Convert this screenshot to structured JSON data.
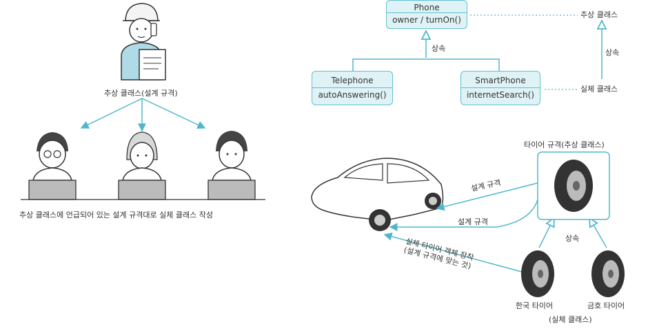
{
  "left": {
    "top_label": "추상 클래스(설계 규격)",
    "bottom_label": "추상 클래스에 언급되어 있는 설계 규격대로 실체 클래스 작성"
  },
  "uml": {
    "phone": {
      "name": "Phone",
      "methods": "owner / turnOn()"
    },
    "telephone": {
      "name": "Telephone",
      "methods": "autoAnswering()"
    },
    "smartphone": {
      "name": "SmartPhone",
      "methods": "internetSearch()"
    },
    "inherit_label": "상속",
    "abstract_label": "추상 클래스",
    "concrete_label": "실체 클래스",
    "side_inherit_label": "상속"
  },
  "tires": {
    "abstract_label": "타이어 규격(추상 클래스)",
    "design_spec_1": "설계 규격",
    "design_spec_2": "설계 규격",
    "mount_line1": "실체 타이어 객체 장착",
    "mount_line2": "(설계 규격에 맞는 것)",
    "inherit_label": "상속",
    "hankook": "한국 타이어",
    "kumho": "금호 타이어",
    "concrete_label": "(실체 클래스)"
  },
  "colors": {
    "accent": "#4fb7c9",
    "fill": "#dff2f6",
    "person_shirt": "#aedbe6"
  }
}
